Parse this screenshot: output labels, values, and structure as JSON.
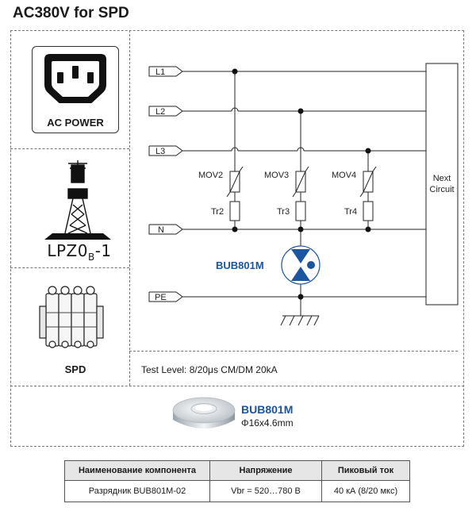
{
  "title": "AC380V for SPD",
  "left_panels": {
    "power_label": "AC POWER",
    "lpz_main": "LPZ0",
    "lpz_sub": "B",
    "lpz_suffix": "-1",
    "spd_label": "SPD"
  },
  "circuit": {
    "lines": [
      "L1",
      "L2",
      "L3",
      "N",
      "PE"
    ],
    "movs": [
      "MOV2",
      "MOV3",
      "MOV4"
    ],
    "transformers": [
      "Tr2",
      "Tr3",
      "Tr4"
    ],
    "next_circuit": [
      "Next",
      "Circuit"
    ],
    "arrester_label": "BUB801M"
  },
  "test_level": "Test Level: 8/20μs CM/DM 20kA",
  "product": {
    "name": "BUB801M",
    "size": "Φ16x4.6mm"
  },
  "table": {
    "headers": [
      "Наименование компонента",
      "Напряжение",
      "Пиковый ток"
    ],
    "rows": [
      [
        "Разрядник BUB801M-02",
        "Vbr = 520…780 В",
        "40 кА (8/20 мкс)"
      ]
    ]
  },
  "colors": {
    "accent_blue": "#1a56a0",
    "line": "#222222",
    "table_header": "#e6e6e6"
  }
}
